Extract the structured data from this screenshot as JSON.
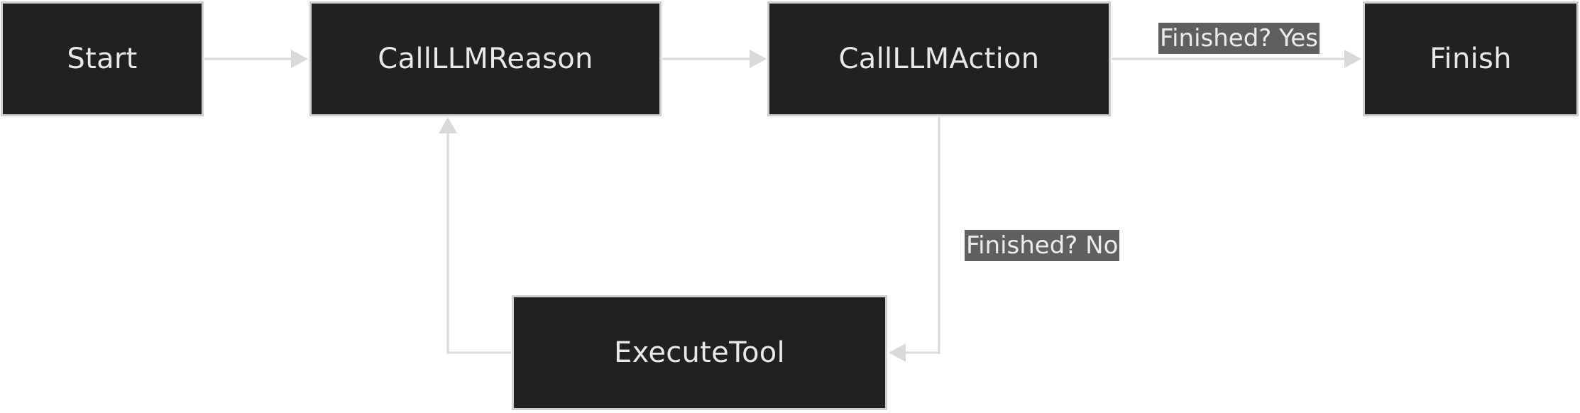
{
  "diagram": {
    "nodes": {
      "start": "Start",
      "reason": "CallLLMReason",
      "action": "CallLLMAction",
      "finish": "Finish",
      "execute_tool": "ExecuteTool"
    },
    "edge_labels": {
      "finished_yes": "Finished? Yes",
      "finished_no": "Finished? No"
    },
    "colors": {
      "node_fill": "#202120",
      "node_border": "#cfcfcf",
      "node_text": "#e8e8e8",
      "edge": "#d9d9d9",
      "label_bg": "#5f5f5f",
      "label_text": "#ececec",
      "background": "#ffffff"
    }
  }
}
